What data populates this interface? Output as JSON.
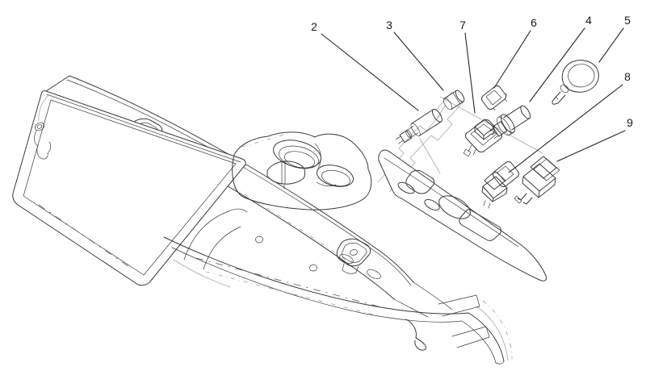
{
  "figure": {
    "kind": "exploded-parts-diagram",
    "background_color": "#ffffff",
    "line_color": "#3b3b3b",
    "light_line_color": "#a8a8a8",
    "label_color": "#1b1b1b"
  },
  "callouts": [
    {
      "label": "2"
    },
    {
      "label": "3"
    },
    {
      "label": "7"
    },
    {
      "label": "6"
    },
    {
      "label": "4"
    },
    {
      "label": "5"
    },
    {
      "label": "8"
    },
    {
      "label": "9"
    }
  ]
}
